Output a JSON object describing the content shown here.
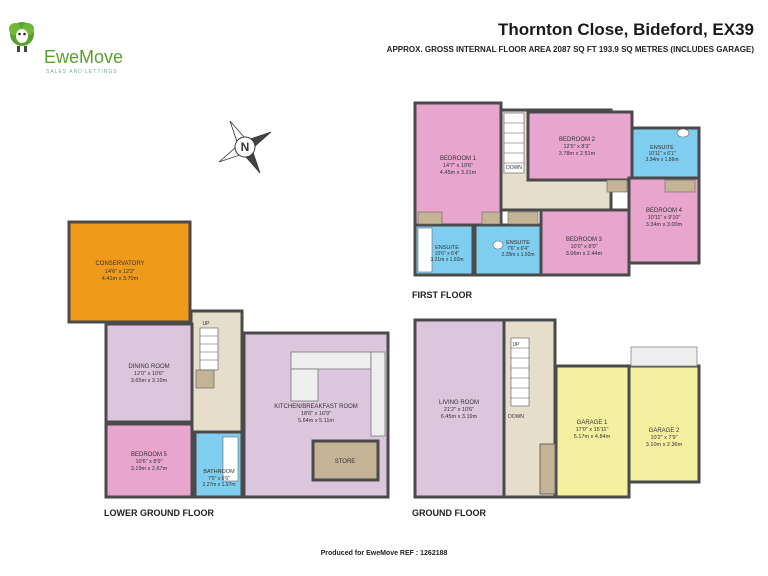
{
  "header": {
    "brand": "EweMove",
    "tagline": "SALES AND LETTINGS",
    "address": "Thornton Close, Bideford, EX39",
    "area": "APPROX. GROSS INTERNAL FLOOR AREA 2087 SQ FT 193.9 SQ METRES (INCLUDES GARAGE)"
  },
  "compass": {
    "letter": "N"
  },
  "floors": {
    "lower_ground": "LOWER GROUND FLOOR",
    "ground": "GROUND FLOOR",
    "first": "FIRST FLOOR"
  },
  "rooms": {
    "conservatory": {
      "name": "CONSERVATORY",
      "imperial": "14'6\" x 12'2\"",
      "metric": "4.41m x 3.70m"
    },
    "dining": {
      "name": "DINING ROOM",
      "imperial": "12'0\" x 10'6\"",
      "metric": "3.65m x 3.19m"
    },
    "bedroom5": {
      "name": "BEDROOM 5",
      "imperial": "10'6\" x 8'9\"",
      "metric": "3.19m x 2.67m"
    },
    "bathroom": {
      "name": "BATHROOM",
      "imperial": "7'5\" x 6'6\"",
      "metric": "2.27m x 1.97m"
    },
    "kitchen": {
      "name": "KITCHEN/BREAKFAST ROOM",
      "imperial": "18'6\" x 16'9\"",
      "metric": "5.64m x 5.11m"
    },
    "store": {
      "name": "STORE"
    },
    "living": {
      "name": "LIVING ROOM",
      "imperial": "21'2\" x 10'6\"",
      "metric": "6.45m x 3.19m"
    },
    "garage1": {
      "name": "GARAGE 1",
      "imperial": "17'0\" x 15'11\"",
      "metric": "5.17m x 4.84m"
    },
    "garage2": {
      "name": "GARAGE 2",
      "imperial": "10'2\" x 7'9\"",
      "metric": "3.10m x 2.36m"
    },
    "bedroom1": {
      "name": "BEDROOM 1",
      "imperial": "14'7\" x 10'6\"",
      "metric": "4.45m x 3.21m"
    },
    "bedroom2": {
      "name": "BEDROOM 2",
      "imperial": "12'5\" x 8'3\"",
      "metric": "3.78m x 2.51m"
    },
    "ensuite_top": {
      "name": "ENSUITE",
      "imperial": "10'11\" x 6'1\"",
      "metric": "3.34m x 1.86m"
    },
    "bedroom4": {
      "name": "BEDROOM 4",
      "imperial": "10'11\" x 9'10\"",
      "metric": "3.34m x 3.00m"
    },
    "ensuite1": {
      "name": "ENSUITE",
      "imperial": "10'6\" x 6'4\"",
      "metric": "3.21m x 1.92m"
    },
    "ensuite2": {
      "name": "ENSUITE",
      "imperial": "7'6\" x 6'4\"",
      "metric": "2.28m x 1.92m"
    },
    "bedroom3": {
      "name": "BEDROOM 3",
      "imperial": "10'0\" x 8'0\"",
      "metric": "3.06m x 2.44m"
    }
  },
  "stairs": {
    "up": "UP",
    "down": "DOWN"
  },
  "footer": "Produced for EweMove   REF : 1262188",
  "colors": {
    "conservatory": "#f09a1c",
    "bedroom": "#e8a6cf",
    "living": "#dcc6dd",
    "hall": "#e6ddcb",
    "wet": "#7fcdef",
    "garage": "#f4f0a0",
    "store": "#c4b394",
    "wall": "#4a4a4a"
  }
}
